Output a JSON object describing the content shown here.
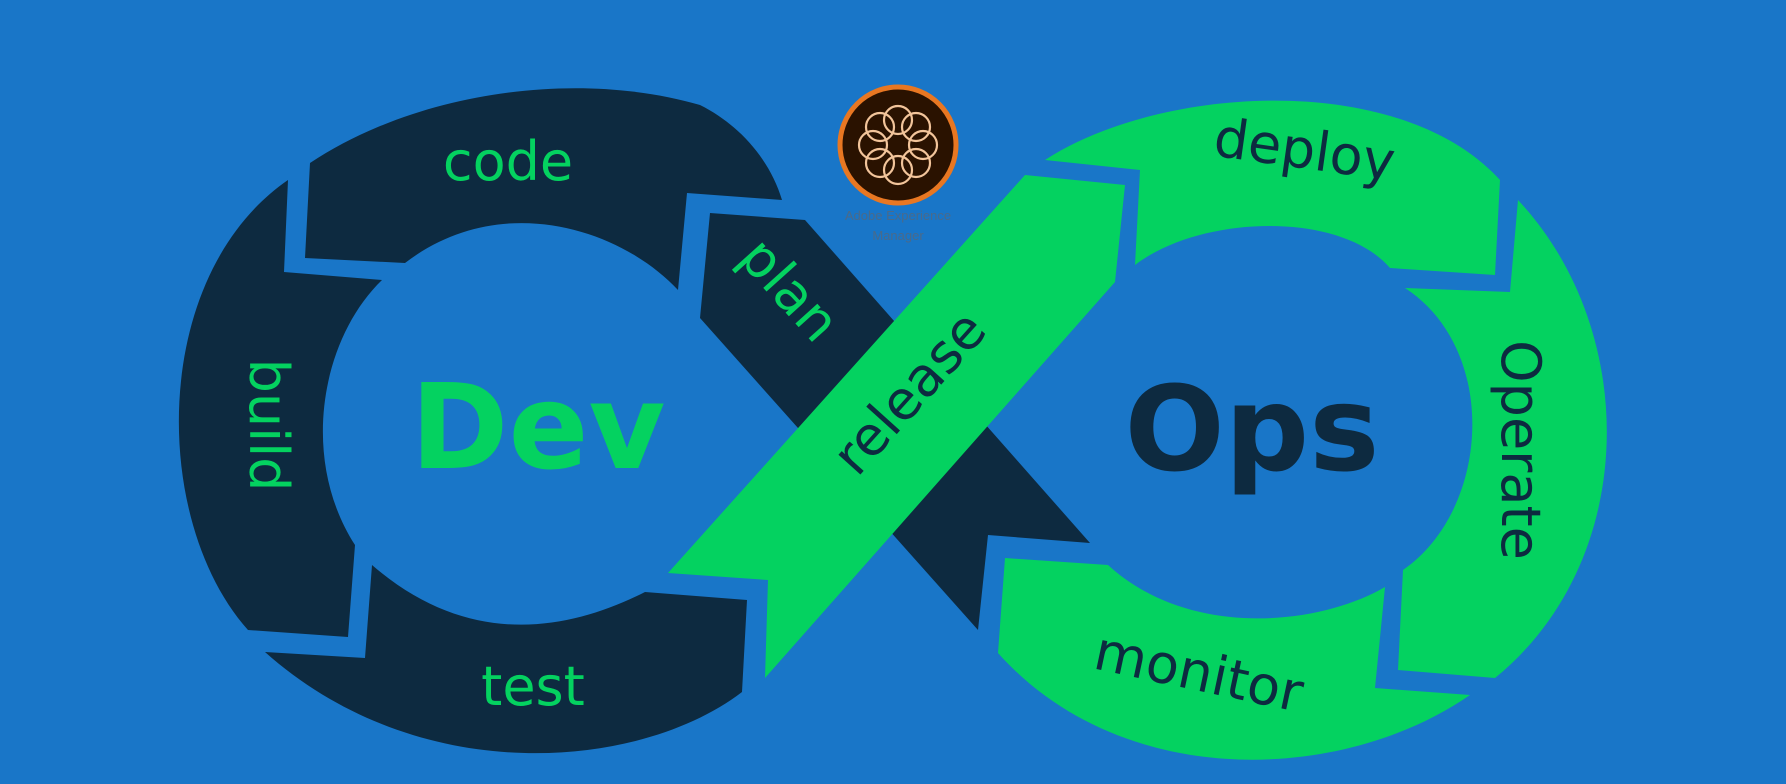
{
  "colors": {
    "background": "#1976c8",
    "dev_segment": "#0d2a40",
    "ops_segment": "#04d260",
    "logo_ring": "#e87722",
    "logo_fill": "#2a1200",
    "logo_knot": "#f2c49a",
    "logo_caption": "#4a6a8a"
  },
  "dev": {
    "title": "Dev",
    "stages": {
      "code": "code",
      "build": "build",
      "test": "test",
      "plan": "plan"
    }
  },
  "ops": {
    "title": "Ops",
    "stages": {
      "release": "release",
      "deploy": "deploy",
      "operate": "Operate",
      "monitor": "monitor"
    }
  },
  "logo": {
    "icon": "adobe-experience-manager-icon",
    "caption_line1": "Adobe Experience",
    "caption_line2": "Manager"
  }
}
